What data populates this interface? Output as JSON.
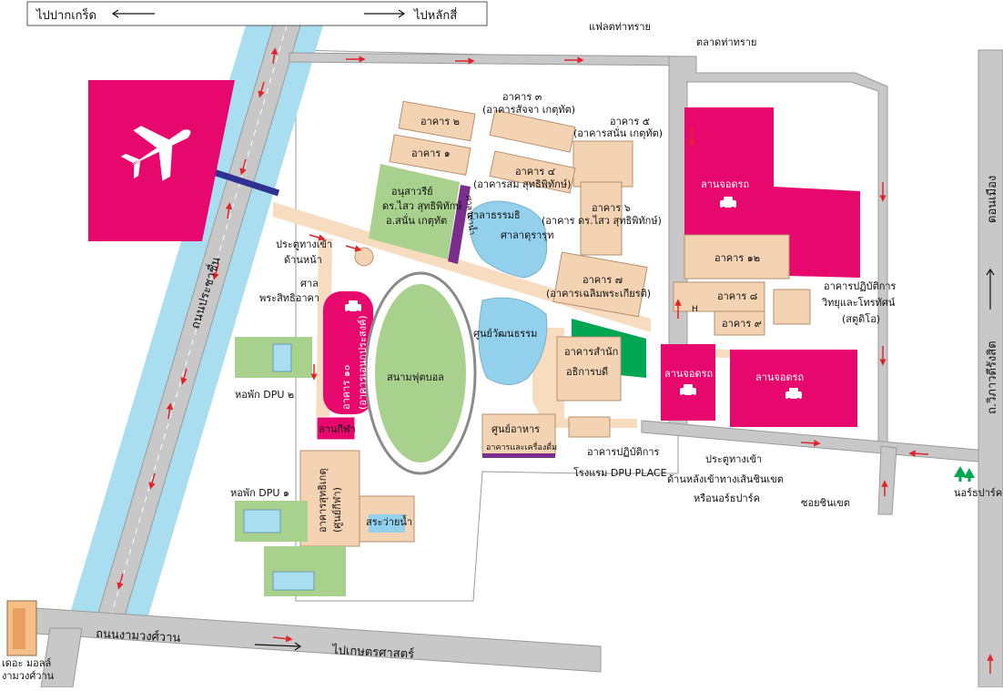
{
  "colors": {
    "canal": "#a9def0",
    "road": "#c8c8c8",
    "road_edge": "#9a9a9a",
    "magenta": "#e6086c",
    "building": "#f4d3b3",
    "building_edge": "#b58f6e",
    "green": "#a9d18e",
    "dark_green": "#00a651",
    "purple": "#7b2d8e",
    "pool": "#93d0ec",
    "walkway": "#f8dcc0",
    "bridge": "#2e3192",
    "arrow": "#e0242b"
  },
  "icons": [
    "airplane-icon",
    "car-icon",
    "tree-icon",
    "arrow-left-icon",
    "arrow-right-icon",
    "arrow-up-icon"
  ],
  "top_signs": {
    "left": "ไปปากเกร็ด",
    "right": "ไปหลักสี่"
  },
  "bottom_signs": {
    "left": "ถนนงามวงศ์วาน",
    "right": "ไปเกษตรศาสตร์"
  },
  "roads": {
    "prachachuen": "ถนนประชาชื่น",
    "vibhavadi": "ถ.วิภาวดีรังสิต",
    "don_mueang": "ดอนเมือง",
    "soi": "ซอยชินเขต"
  },
  "landmarks": {
    "flat_tha_sai": "แฟลตท่าทราย",
    "talat_tha_sai": "ตลาดท่าทราย",
    "mall_1": "เดอะ มอลล์",
    "mall_2": "งามวงศ์วาน",
    "northpark": "นอร์ธปาร์ค"
  },
  "buildings": {
    "b1": "อาคาร ๑",
    "b2": "อาคาร ๒",
    "b3_1": "อาคาร ๓",
    "b3_2": "(อาคารสัจจา เกตุทัต)",
    "b4_1": "อาคาร ๔",
    "b4_2": "(อาคารสม สุทธิพิทักษ์)",
    "b5_1": "อาคาร ๕",
    "b5_2": "(อาคารสนั่น เกตุทัต)",
    "b6_1": "อาคาร ๖",
    "b6_2": "(อาคาร ดร.ไสว สุทธิพิทักษ์)",
    "b7_1": "อาคาร ๗",
    "b7_2": "(อาคารเฉลิมพระเกียรติ)",
    "b8": "อาคาร ๘",
    "b9": "อาคาร ๙",
    "b10_1": "อาคาร ๑๐",
    "b10_2": "(อาคารเอนกประสงค์)",
    "b12": "อาคาร ๑๒",
    "admin_1": "อาคารสำนัก",
    "admin_2": "อธิการบดี",
    "sport_1": "อาคารสุทธิเกตุ",
    "sport_2": "(ศูนย์กีฬา)",
    "food_1": "ศูนย์อาหาร",
    "food_2": "อาคารและเครื่องดื่ม",
    "culture": "ศูนย์วัฒนธรรม",
    "shrine_1": "ศาล",
    "shrine_2": "พระสิทธิอาคา",
    "religion_1": "ศาลาธรรมธิ",
    "religion_2": "ศาลาดุรารุท",
    "memorial_1": "อนุสาวรีย์",
    "memorial_2": "ดร.ไสว สุทธิพิทักษ์",
    "memorial_3": "อ.สนั่น เกตุทัต",
    "purple_label": "ศาลาท่าน้ำ",
    "football": "สนามฟุตบอล",
    "pool": "สระว่ายน้ำ",
    "court": "ลานกีฬา",
    "dorm1": "หอพัก DPU ๑",
    "dorm2": "หอพัก DPU ๒",
    "practice_1": "อาคารปฏิบัติการ",
    "practice_2": "โรงแรม DPU PLACE",
    "radio_1": "อาคารปฏิบัติการ",
    "radio_2": "วิทยุและโทรทัศน์",
    "radio_3": "(สตูดิโอ)",
    "h_mark": "H"
  },
  "parking": {
    "label": "ลานจอดรถ"
  },
  "gates": {
    "front_1": "ประตูทางเข้า",
    "front_2": "ด้านหน้า",
    "back_1": "ประตูทางเข้า",
    "back_2": "ด้านหลังเข้าทางเส้นชินเขต",
    "back_3": "หรือนอร์ธปาร์ค"
  }
}
